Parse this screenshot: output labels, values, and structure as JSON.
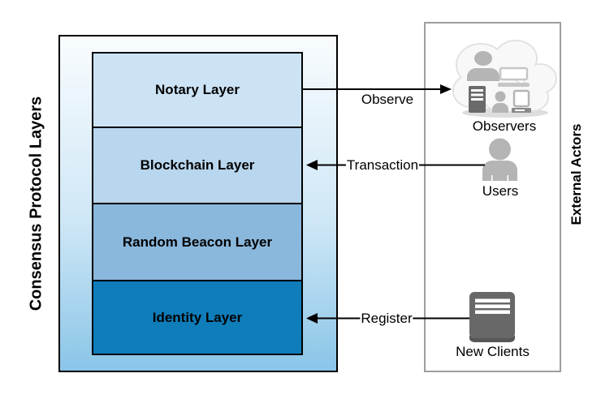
{
  "diagram": {
    "left_group": {
      "title": "Consensus Protocol Layers",
      "layers": [
        {
          "label": "Notary Layer",
          "fill": "#cce3f5"
        },
        {
          "label": "Blockchain Layer",
          "fill": "#b8d6ed"
        },
        {
          "label": "Random Beacon Layer",
          "fill": "#8ab7dc"
        },
        {
          "label": "Identity Layer",
          "fill": "#0e7dba"
        }
      ]
    },
    "right_group": {
      "title": "External Actors",
      "actors": [
        {
          "label": "Observers",
          "icon": "observers-cloud-icon"
        },
        {
          "label": "Users",
          "icon": "user-icon"
        },
        {
          "label": "New Clients",
          "icon": "server-box-icon"
        }
      ]
    },
    "arrows": [
      {
        "label": "Observe",
        "from": "Notary Layer",
        "to": "Observers",
        "direction": "right"
      },
      {
        "label": "Transaction",
        "from": "Users",
        "to": "Blockchain Layer",
        "direction": "left"
      },
      {
        "label": "Register",
        "from": "New Clients",
        "to": "Identity Layer",
        "direction": "left"
      }
    ],
    "colors": {
      "outer_box_gradient_top": "#f9fcfe",
      "outer_box_gradient_bottom": "#8ac5e8",
      "box_border": "#000000",
      "external_box_border": "#9e9e9e",
      "actor_gray": "#b5b5b5",
      "actor_dark_gray": "#686868",
      "cloud_fill": "#f8f8f8",
      "text": "#000000"
    }
  }
}
